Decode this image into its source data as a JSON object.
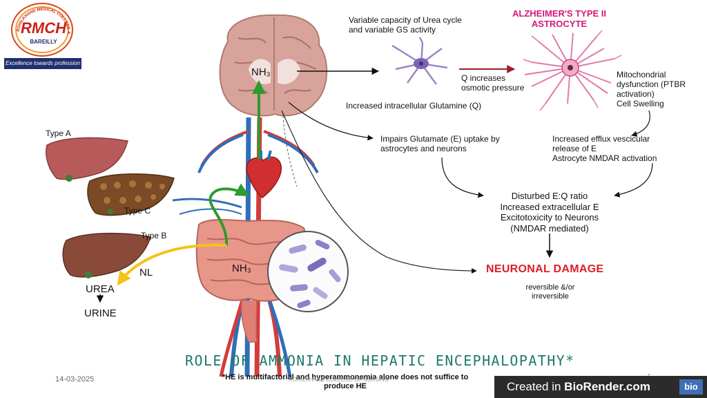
{
  "logo": {
    "mark": "RMCH",
    "city": "BAREILLY",
    "tagline": "Excellence towards profession",
    "circle_text": "ROHILKHAND MEDICAL COLLEGE & HOSPITAL"
  },
  "brain": {
    "nh3": "NH₃"
  },
  "top_text": {
    "urea_cycle": "Variable capacity of Urea cycle\nand variable GS activity",
    "alz_title": "ALZHEIMER'S TYPE II\nASTROCYTE",
    "q_increase": "Q increases\nosmotic pressure",
    "mito": "Mitochondrial\ndysfunction (PTBR\nactivation)\nCell Swelling",
    "intracellular": "Increased intracellular Glutamine (Q)"
  },
  "mid_text": {
    "impairs": "Impairs Glutamate (E) uptake by\nastrocytes and neurons",
    "efflux": "Increased efflux vescicular\nrelease of E\nAstrocyte NMDAR activation",
    "disturbed": "Disturbed E:Q ratio\nIncreased extracellular E\nExcitotoxicity to Neurons\n(NMDAR mediated)",
    "damage": "NEURONAL DAMAGE",
    "reversible": "reversible &/or\nirreversible"
  },
  "liver_labels": {
    "type_a": "Type A",
    "type_c": "Type C",
    "type_b": "Type B",
    "nl": "NL",
    "urea": "UREA",
    "urine": "URINE"
  },
  "gut": {
    "nh3": "NH₃"
  },
  "bottom": {
    "title": "ROLE OF AMMONIA IN HEPATIC ENCEPHALOPATHY*",
    "note": "*HE is multifactorial and hyperammonemia alone does not suffice to\nproduce HE",
    "date": "14-03-2025",
    "footer": "ROHILKHAND COLLEGE OF NURSING",
    "page": "5",
    "biorender_prefix": "Created in ",
    "biorender_brand": "BioRender.com",
    "bio_box": "bio"
  },
  "colors": {
    "title": "#1d7a6a",
    "damage": "#e11b22",
    "alz": "#d4177a",
    "arrow_green": "#2e9b2e",
    "arrow_yellow": "#f2c318"
  }
}
